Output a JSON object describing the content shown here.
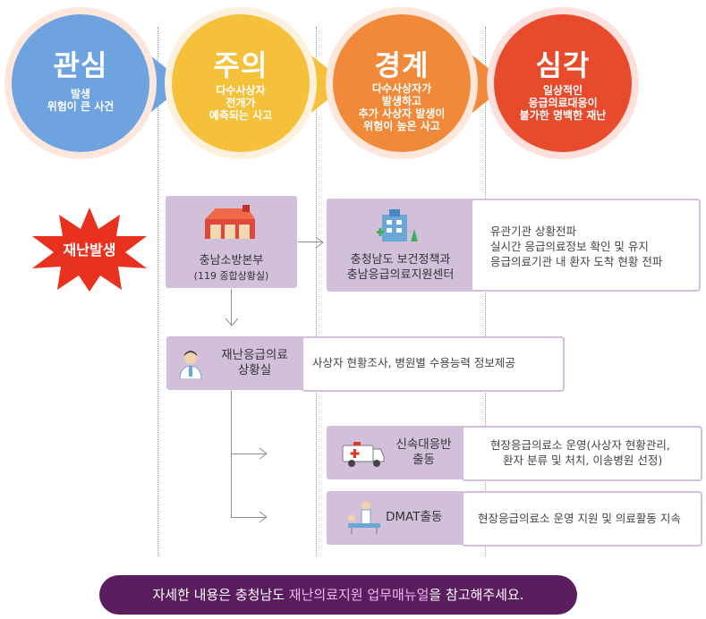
{
  "levels": [
    {
      "title": "관심",
      "desc": [
        "발생",
        "위험이 큰 사건"
      ],
      "color": "#6ea3e0"
    },
    {
      "title": "주의",
      "desc": [
        "다수사상자",
        "전개가",
        "예측되는 사고"
      ],
      "color": "#f5c03a"
    },
    {
      "title": "경계",
      "desc": [
        "다수사상자가",
        "발생하고",
        "추가 사상자 발생이",
        "위험이 높은 사고"
      ],
      "color": "#f08a3a"
    },
    {
      "title": "심각",
      "desc": [
        "일상적인",
        "응급의료대응이",
        "불가한 명백한 재난"
      ],
      "color": "#e84a2c"
    }
  ],
  "disaster_badge": "재난발생",
  "fire_hq": {
    "line1": "충남소방본부",
    "line2": "(119 종합상황실)",
    "icon": "fire-station-icon"
  },
  "health_center": {
    "line1": "충청남도 보건정책과",
    "line2": "충남응급의료지원센터",
    "icon": "hospital-icon",
    "details": [
      "유관기관 상황전파",
      "실시간 응급의료정보 확인 및 유지",
      "응급의료기관 내 환자 도착 현황 전파"
    ]
  },
  "disaster_room": {
    "line1": "재난응급의료",
    "line2": "상황실",
    "icon": "doctor-icon",
    "detail": "사상자 현황조사, 병원별 수용능력 정보제공"
  },
  "rapid_team": {
    "line1": "신속대응반",
    "line2": "출동",
    "icon": "ambulance-icon",
    "details": [
      "현장응급의료소 운영(사상자 현황관리,",
      "환자 분류 및 처치, 이송병원 선정)"
    ]
  },
  "dmat": {
    "label": "DMAT출동",
    "icon": "medical-team-icon",
    "detail": "현장응급의료소 운영 지원 및 의료활동 지속"
  },
  "footer": {
    "prefix": "자세한 내용은 충청남도 ",
    "highlight": "재난의료지원 업무매뉴얼",
    "suffix": "을 참고해주세요."
  }
}
